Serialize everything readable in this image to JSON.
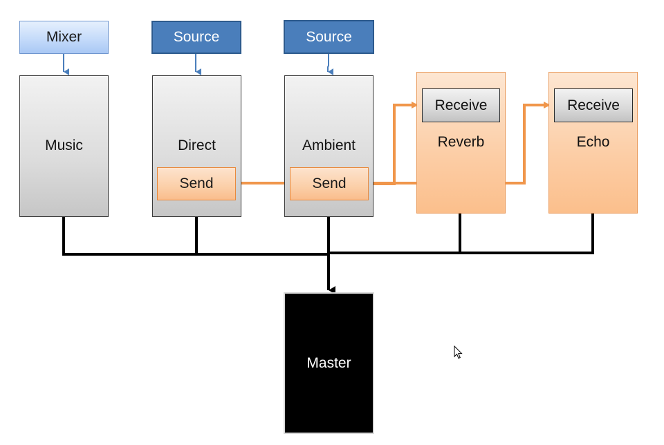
{
  "nodes": {
    "mixer": "Mixer",
    "source_1": "Source",
    "source_2": "Source",
    "music": "Music",
    "direct": "Direct",
    "ambient": "Ambient",
    "direct_send": "Send",
    "ambient_send": "Send",
    "reverb": "Reverb",
    "reverb_receive": "Receive",
    "echo": "Echo",
    "echo_receive": "Receive",
    "master": "Master"
  },
  "colors": {
    "control_arrow": "#4a7ebb",
    "send_route": "#f0964b",
    "master_route": "#000000"
  }
}
